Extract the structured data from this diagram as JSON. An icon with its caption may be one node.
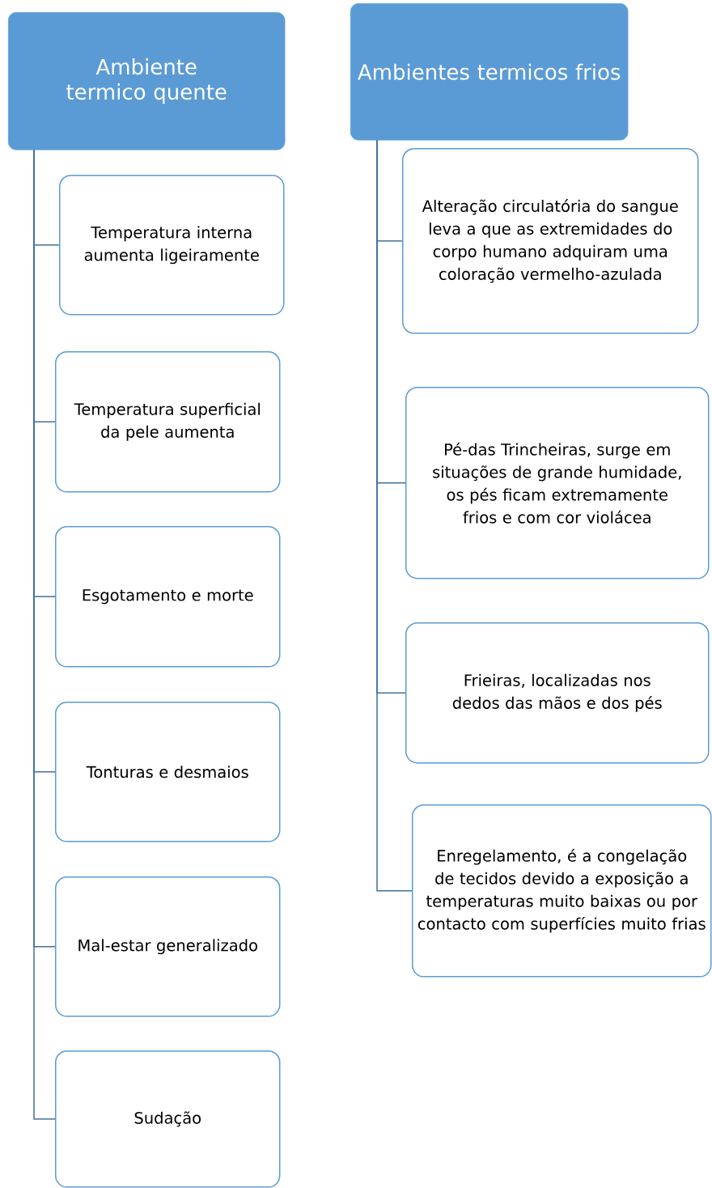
{
  "diagram": {
    "nodes": [
      {
        "text": [
          "Ambiente termico quente"
        ]
      },
      {
        "text": [
          "Temperatura interna aumenta ligeiramente"
        ]
      },
      {
        "text": [
          "Temperatura superficial da pele aumenta"
        ]
      },
      {
        "text": [
          "Esgotamento e morte"
        ]
      },
      {
        "text": [
          "Tonturas e desmaios"
        ]
      },
      {
        "text": [
          "Mal-estar generalizado"
        ]
      },
      {
        "text": [
          "Sudação"
        ]
      },
      {
        "text": [
          "Ambientes termicos frios"
        ]
      },
      {
        "text": [
          "Alteração circulatória do sangue leva a que as extremidades do corpo humano adquiram uma coloração vermelho-azulada"
        ]
      },
      {
        "text": [
          "Pé-das Trincheiras, surge em situações de grande humidade, os pés ficam extremamente frios e com cor violácea"
        ]
      },
      {
        "text": [
          "Frieiras, localizadas nos dedos das mãos e dos pés"
        ]
      },
      {
        "text": [
          "Enregelamento, é a congelação de tecidos devido a exposição a temperaturas muito baixas ou por contacto com superfícies muito frias"
        ]
      }
    ],
    "edges": [
      {
        "from": 0,
        "to": 1,
        "arrow": "none"
      },
      {
        "from": 0,
        "to": 2,
        "arrow": "none"
      },
      {
        "from": 0,
        "to": 3,
        "arrow": "none"
      },
      {
        "from": 0,
        "to": 4,
        "arrow": "none"
      },
      {
        "from": 0,
        "to": 5,
        "arrow": "none"
      },
      {
        "from": 0,
        "to": 6,
        "arrow": "none"
      },
      {
        "from": 7,
        "to": 8,
        "arrow": "none"
      },
      {
        "from": 7,
        "to": 9,
        "arrow": "none"
      },
      {
        "from": 7,
        "to": 10,
        "arrow": "none"
      },
      {
        "from": 7,
        "to": 11,
        "arrow": "none"
      }
    ]
  }
}
